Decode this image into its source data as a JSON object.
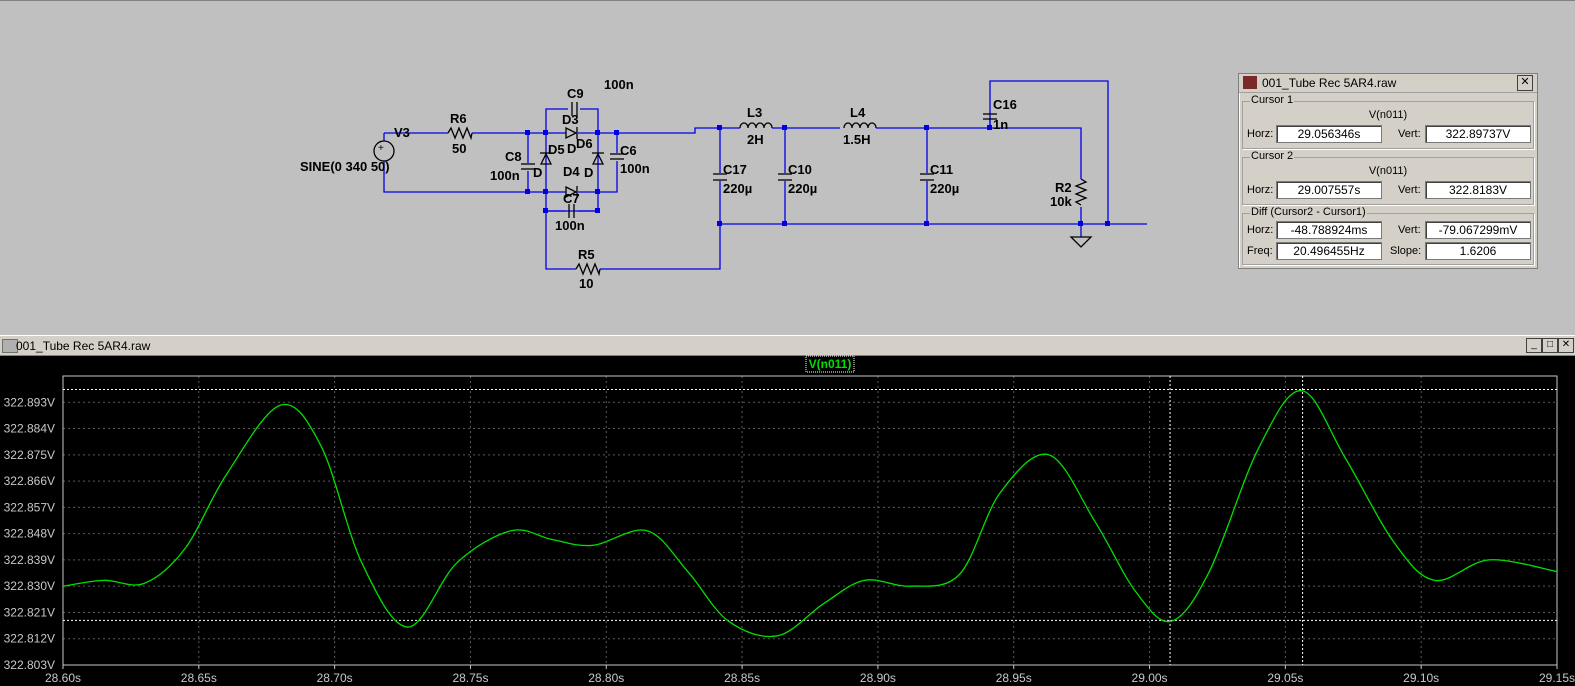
{
  "schematic": {
    "source": {
      "name": "V3",
      "value": "SINE(0 340 50)"
    },
    "components": [
      {
        "name": "R6",
        "value": "50"
      },
      {
        "name": "C9",
        "value": "100n"
      },
      {
        "name": "D3",
        "value": "D"
      },
      {
        "name": "D5",
        "value": "D"
      },
      {
        "name": "D6",
        "value": "D"
      },
      {
        "name": "D4",
        "value": "D"
      },
      {
        "name": "C8",
        "value": "100n"
      },
      {
        "name": "C6",
        "value": "100n"
      },
      {
        "name": "C7",
        "value": "100n"
      },
      {
        "name": "R5",
        "value": "10"
      },
      {
        "name": "L3",
        "value": "2H"
      },
      {
        "name": "L4",
        "value": "1.5H"
      },
      {
        "name": "C17",
        "value": "220µ"
      },
      {
        "name": "C10",
        "value": "220µ"
      },
      {
        "name": "C11",
        "value": "220µ"
      },
      {
        "name": "C16",
        "value": "1n"
      },
      {
        "name": "R2",
        "value": "10k"
      }
    ]
  },
  "cursor_dialog": {
    "title": "001_Tube Rec 5AR4.raw",
    "close": "✕",
    "cursor1": {
      "label": "Cursor 1",
      "expr": "V(n011)",
      "horz_label": "Horz:",
      "horz": "29.056346s",
      "vert_label": "Vert:",
      "vert": "322.89737V"
    },
    "cursor2": {
      "label": "Cursor 2",
      "expr": "V(n011)",
      "horz_label": "Horz:",
      "horz": "29.007557s",
      "vert_label": "Vert:",
      "vert": "322.8183V"
    },
    "diff": {
      "label": "Diff (Cursor2 - Cursor1)",
      "horz_label": "Horz:",
      "horz": "-48.788924ms",
      "vert_label": "Vert:",
      "vert": "-79.067299mV",
      "freq_label": "Freq:",
      "freq": "20.496455Hz",
      "slope_label": "Slope:",
      "slope": "1.6206"
    }
  },
  "wave_window": {
    "title": "001_Tube Rec 5AR4.raw",
    "buttons": {
      "minimize": "_",
      "maximize": "□",
      "close": "✕"
    }
  },
  "chart_data": {
    "type": "line",
    "series": [
      {
        "name": "V(n011)",
        "color": "#00e000",
        "x": [
          28.6,
          28.615,
          28.63,
          28.645,
          28.66,
          28.68,
          28.695,
          28.71,
          28.727,
          28.745,
          28.765,
          28.78,
          28.795,
          28.815,
          28.83,
          28.845,
          28.863,
          28.88,
          28.895,
          28.912,
          28.93,
          28.945,
          28.963,
          28.98,
          28.995,
          29.008,
          29.022,
          29.04,
          29.056,
          29.072,
          29.09,
          29.105,
          29.125,
          29.15
        ],
        "y": [
          322.83,
          322.832,
          322.831,
          322.843,
          322.868,
          322.892,
          322.878,
          322.838,
          322.816,
          322.838,
          322.849,
          322.846,
          322.844,
          322.849,
          322.835,
          322.818,
          322.813,
          322.824,
          322.832,
          322.83,
          322.834,
          322.862,
          322.875,
          322.852,
          322.828,
          322.818,
          322.835,
          322.877,
          322.897,
          322.874,
          322.845,
          322.832,
          322.839,
          322.835
        ]
      }
    ],
    "cursors": [
      {
        "name": "Cursor 1",
        "x": 29.056346,
        "y": 322.89737
      },
      {
        "name": "Cursor 2",
        "x": 29.007557,
        "y": 322.8183
      }
    ],
    "xlabel": "",
    "ylabel": "",
    "xlim": [
      28.6,
      29.15
    ],
    "ylim": [
      322.803,
      322.902
    ],
    "xticks": [
      "28.60s",
      "28.65s",
      "28.70s",
      "28.75s",
      "28.80s",
      "28.85s",
      "28.90s",
      "28.95s",
      "29.00s",
      "29.05s",
      "29.10s",
      "29.15s"
    ],
    "xtick_values": [
      28.6,
      28.65,
      28.7,
      28.75,
      28.8,
      28.85,
      28.9,
      28.95,
      29.0,
      29.05,
      29.1,
      29.15
    ],
    "yticks": [
      "322.893V",
      "322.884V",
      "322.875V",
      "322.866V",
      "322.857V",
      "322.848V",
      "322.839V",
      "322.830V",
      "322.821V",
      "322.812V",
      "322.803V"
    ],
    "ytick_values": [
      322.893,
      322.884,
      322.875,
      322.866,
      322.857,
      322.848,
      322.839,
      322.83,
      322.821,
      322.812,
      322.803
    ],
    "grid": true,
    "background": "#000000"
  }
}
